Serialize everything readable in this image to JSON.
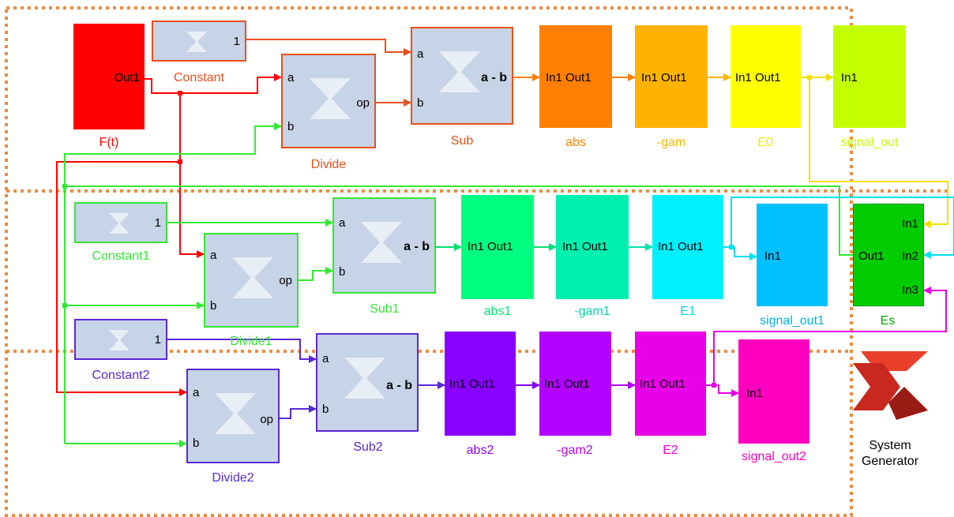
{
  "colors": {
    "red": "#ff0000",
    "orange_red": "#e8501a",
    "orange": "#ff8000",
    "amber": "#ffb300",
    "yellow": "#ffff00",
    "lime": "#c4ff00",
    "green": "#33e833",
    "spring": "#00ff80",
    "turquoise": "#00f0b0",
    "cyan": "#00f0ff",
    "sky": "#00c0ff",
    "violet_blue": "#5a28d8",
    "purple": "#8800ff",
    "magenta_purple": "#b300ff",
    "magenta": "#e800e8",
    "pink": "#ff00c0",
    "es_green": "#00cc00",
    "region_border": "#f08a3c",
    "xilinx_red": "#d62e2e"
  },
  "row0": {
    "source": {
      "port": "Out1",
      "label": "F(t)"
    },
    "constant": {
      "value": "1",
      "label": "Constant"
    },
    "divide": {
      "port_a": "a",
      "port_b": "b",
      "port_op": "op",
      "label": "Divide"
    },
    "sub": {
      "port_a": "a",
      "port_b": "b",
      "op": "a - b",
      "label": "Sub"
    },
    "abs": {
      "text": "In1 Out1",
      "label": "abs"
    },
    "gam": {
      "text": "In1 Out1",
      "label": "-gam"
    },
    "e": {
      "text": "In1 Out1",
      "label": "E0"
    },
    "sink": {
      "text": "In1",
      "label": "signal_out"
    }
  },
  "row1": {
    "constant": {
      "value": "1",
      "label": "Constant1"
    },
    "divide": {
      "port_a": "a",
      "port_b": "b",
      "port_op": "op",
      "label": "Divide1"
    },
    "sub": {
      "port_a": "a",
      "port_b": "b",
      "op": "a - b",
      "label": "Sub1"
    },
    "abs": {
      "text": "In1 Out1",
      "label": "abs1"
    },
    "gam": {
      "text": "In1 Out1",
      "label": "-gam1"
    },
    "e": {
      "text": "In1 Out1",
      "label": "E1"
    },
    "sink": {
      "text": "In1",
      "label": "signal_out1"
    }
  },
  "row2": {
    "constant": {
      "value": "1",
      "label": "Constant2"
    },
    "divide": {
      "port_a": "a",
      "port_b": "b",
      "port_op": "op",
      "label": "Divide2"
    },
    "sub": {
      "port_a": "a",
      "port_b": "b",
      "op": "a - b",
      "label": "Sub2"
    },
    "abs": {
      "text": "In1 Out1",
      "label": "abs2"
    },
    "gam": {
      "text": "In1 Out1",
      "label": "-gam2"
    },
    "e": {
      "text": "In1 Out1",
      "label": "E2"
    },
    "sink": {
      "text": "In1",
      "label": "signal_out2"
    }
  },
  "es": {
    "in1": "In1",
    "in2": "In2",
    "in3": "In3",
    "out": "Out1",
    "label": "Es"
  },
  "sysgen": {
    "line1": "System",
    "line2": "Generator"
  }
}
